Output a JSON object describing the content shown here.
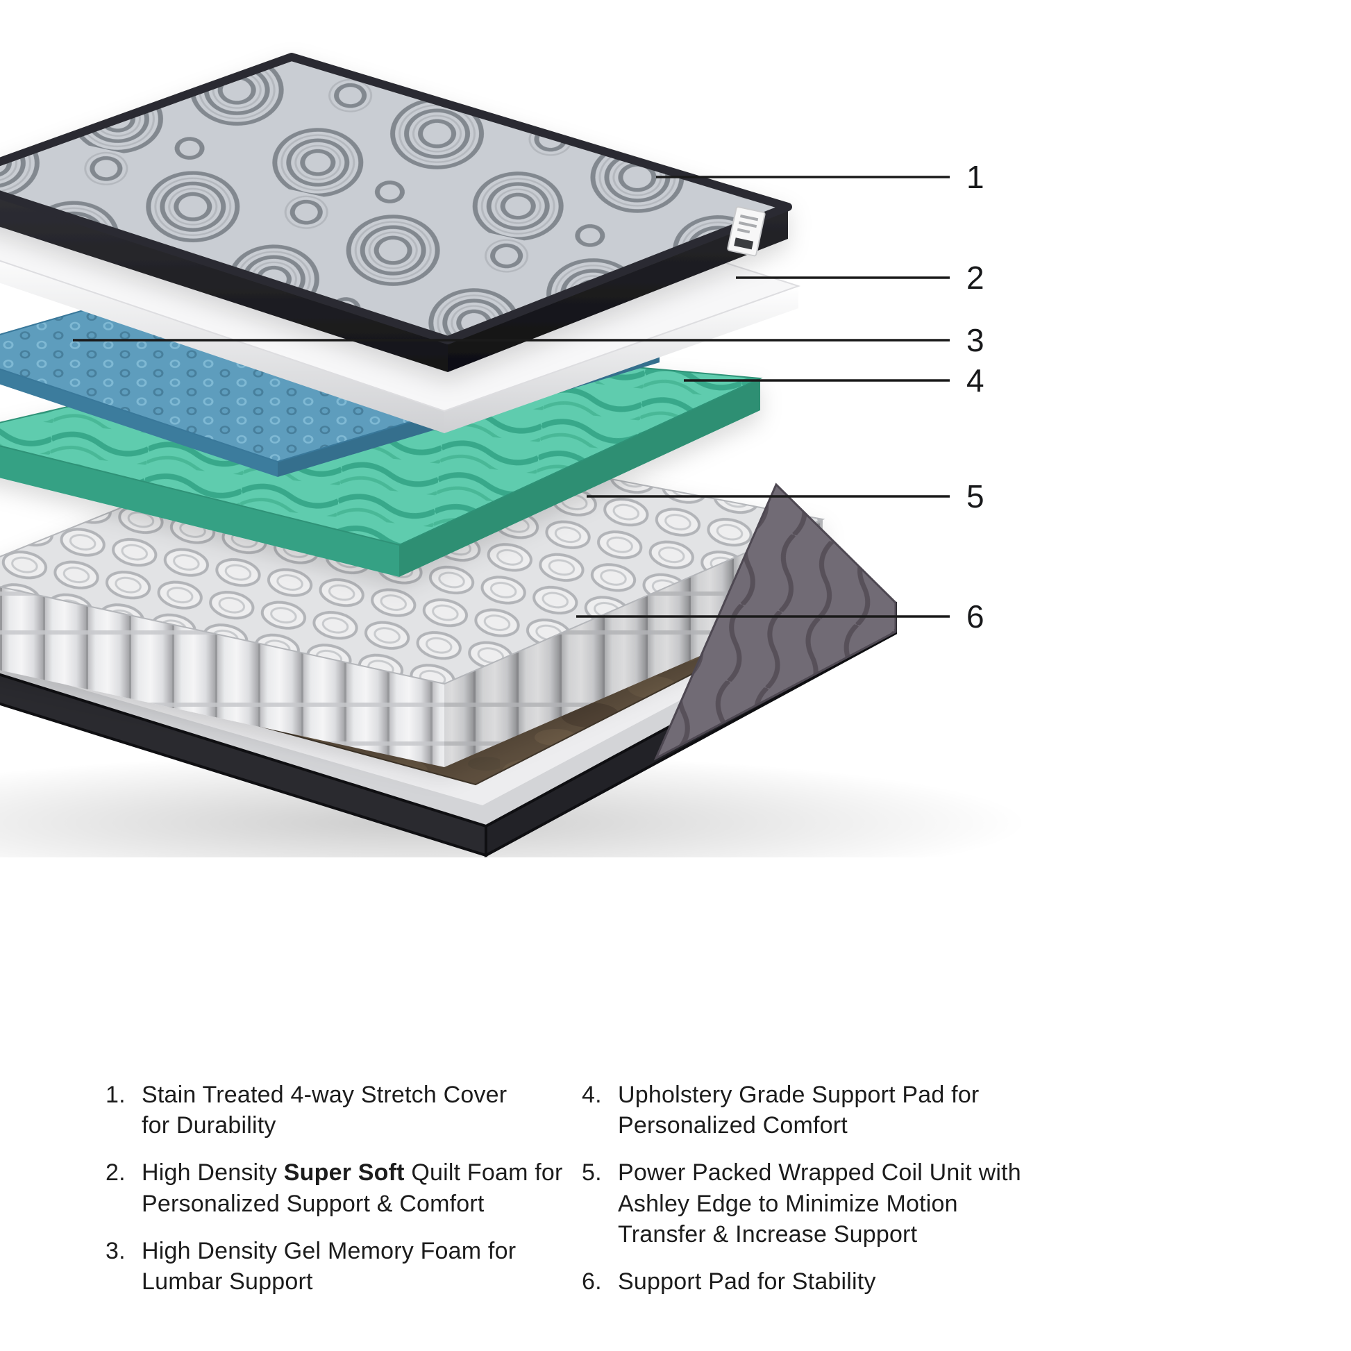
{
  "diagram": {
    "callouts": [
      {
        "label": "1"
      },
      {
        "label": "2"
      },
      {
        "label": "3"
      },
      {
        "label": "4"
      },
      {
        "label": "5"
      },
      {
        "label": "6"
      }
    ],
    "layers": [
      "quilted-stretch-cover",
      "super-soft-quilt-foam",
      "gel-memory-foam",
      "convoluted-support-pad",
      "wrapped-coil-unit",
      "base-support-pad"
    ]
  },
  "colors": {
    "cover_gray": "#c9cdd3",
    "foam_teal": "#5fccae",
    "gel_blue": "#5e9dbd",
    "pad_brown": "#5e4f3e",
    "line_dark": "#1a1a1a"
  },
  "legend": {
    "left": [
      {
        "num": "1.",
        "line1": "Stain Treated 4-way Stretch Cover",
        "line2": "for Durability"
      },
      {
        "num": "2.",
        "line1_pre": "High Density ",
        "line1_bold": "Super Soft",
        "line1_post": " Quilt Foam for",
        "line2": "Personalized Support & Comfort"
      },
      {
        "num": "3.",
        "line1": "High Density Gel Memory Foam for",
        "line2": "Lumbar Support"
      }
    ],
    "right": [
      {
        "num": "4.",
        "line1": "Upholstery Grade Support Pad for",
        "line2": "Personalized Comfort"
      },
      {
        "num": "5.",
        "line1": "Power Packed Wrapped Coil Unit with",
        "line2": "Ashley Edge to Minimize Motion",
        "line3": "Transfer & Increase Support"
      },
      {
        "num": "6.",
        "line1": "Support Pad for Stability"
      }
    ]
  }
}
